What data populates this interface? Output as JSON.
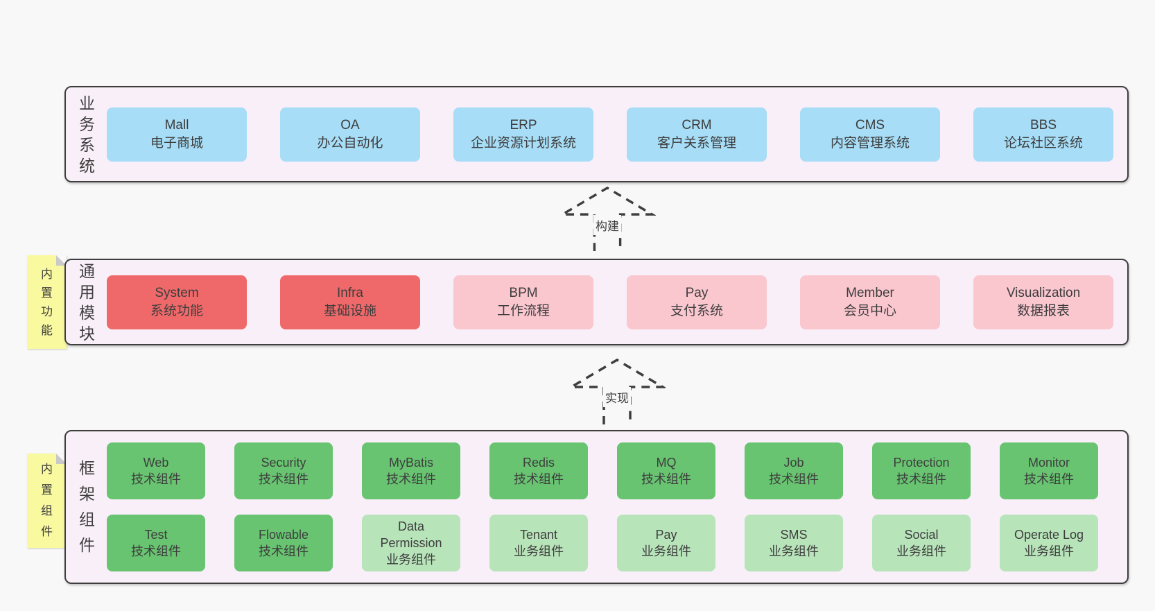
{
  "colors": {
    "bg": "#f8f8f8",
    "panel": "#f9eff8",
    "line": "#3e3e3e",
    "ink": "#3d3d3d",
    "blue": "#a7ddf6",
    "red": "#f0696a",
    "pink": "#fac7cf",
    "green": "#68c471",
    "green-light": "#b8e4ba",
    "sticky": "#f9f9a0",
    "fold": "#c9c9c9"
  },
  "layers": {
    "business": {
      "title": "业务系统",
      "boxes": [
        {
          "name": "Mall",
          "subtitle": "电子商城",
          "variant": "blue"
        },
        {
          "name": "OA",
          "subtitle": "办公自动化",
          "variant": "blue"
        },
        {
          "name": "ERP",
          "subtitle": "企业资源计划系统",
          "variant": "blue"
        },
        {
          "name": "CRM",
          "subtitle": "客户关系管理",
          "variant": "blue"
        },
        {
          "name": "CMS",
          "subtitle": "内容管理系统",
          "variant": "blue"
        },
        {
          "name": "BBS",
          "subtitle": "论坛社区系统",
          "variant": "blue"
        }
      ]
    },
    "modules": {
      "title": "通用模块",
      "sticky": "内置功能",
      "boxes": [
        {
          "name": "System",
          "subtitle": "系统功能",
          "variant": "red"
        },
        {
          "name": "Infra",
          "subtitle": "基础设施",
          "variant": "red"
        },
        {
          "name": "BPM",
          "subtitle": "工作流程",
          "variant": "pink"
        },
        {
          "name": "Pay",
          "subtitle": "支付系统",
          "variant": "pink"
        },
        {
          "name": "Member",
          "subtitle": "会员中心",
          "variant": "pink"
        },
        {
          "name": "Visualization",
          "subtitle": "数据报表",
          "variant": "pink"
        }
      ]
    },
    "components": {
      "title": "框架组件",
      "sticky": "内置组件",
      "rows": [
        [
          {
            "name": "Web",
            "subtitle": "技术组件",
            "variant": "green"
          },
          {
            "name": "Security",
            "subtitle": "技术组件",
            "variant": "green"
          },
          {
            "name": "MyBatis",
            "subtitle": "技术组件",
            "variant": "green"
          },
          {
            "name": "Redis",
            "subtitle": "技术组件",
            "variant": "green"
          },
          {
            "name": "MQ",
            "subtitle": "技术组件",
            "variant": "green"
          },
          {
            "name": "Job",
            "subtitle": "技术组件",
            "variant": "green"
          },
          {
            "name": "Protection",
            "subtitle": "技术组件",
            "variant": "green"
          },
          {
            "name": "Monitor",
            "subtitle": "技术组件",
            "variant": "green"
          }
        ],
        [
          {
            "name": "Test",
            "subtitle": "技术组件",
            "variant": "green"
          },
          {
            "name": "Flowable",
            "subtitle": "技术组件",
            "variant": "green"
          },
          {
            "name": "Data Permission",
            "subtitle": "业务组件",
            "variant": "green-light"
          },
          {
            "name": "Tenant",
            "subtitle": "业务组件",
            "variant": "green-light"
          },
          {
            "name": "Pay",
            "subtitle": "业务组件",
            "variant": "green-light"
          },
          {
            "name": "SMS",
            "subtitle": "业务组件",
            "variant": "green-light"
          },
          {
            "name": "Social",
            "subtitle": "业务组件",
            "variant": "green-light"
          },
          {
            "name": "Operate Log",
            "subtitle": "业务组件",
            "variant": "green-light"
          }
        ]
      ]
    }
  },
  "arrows": {
    "build": {
      "label": "构建"
    },
    "implement": {
      "label": "实现"
    }
  }
}
